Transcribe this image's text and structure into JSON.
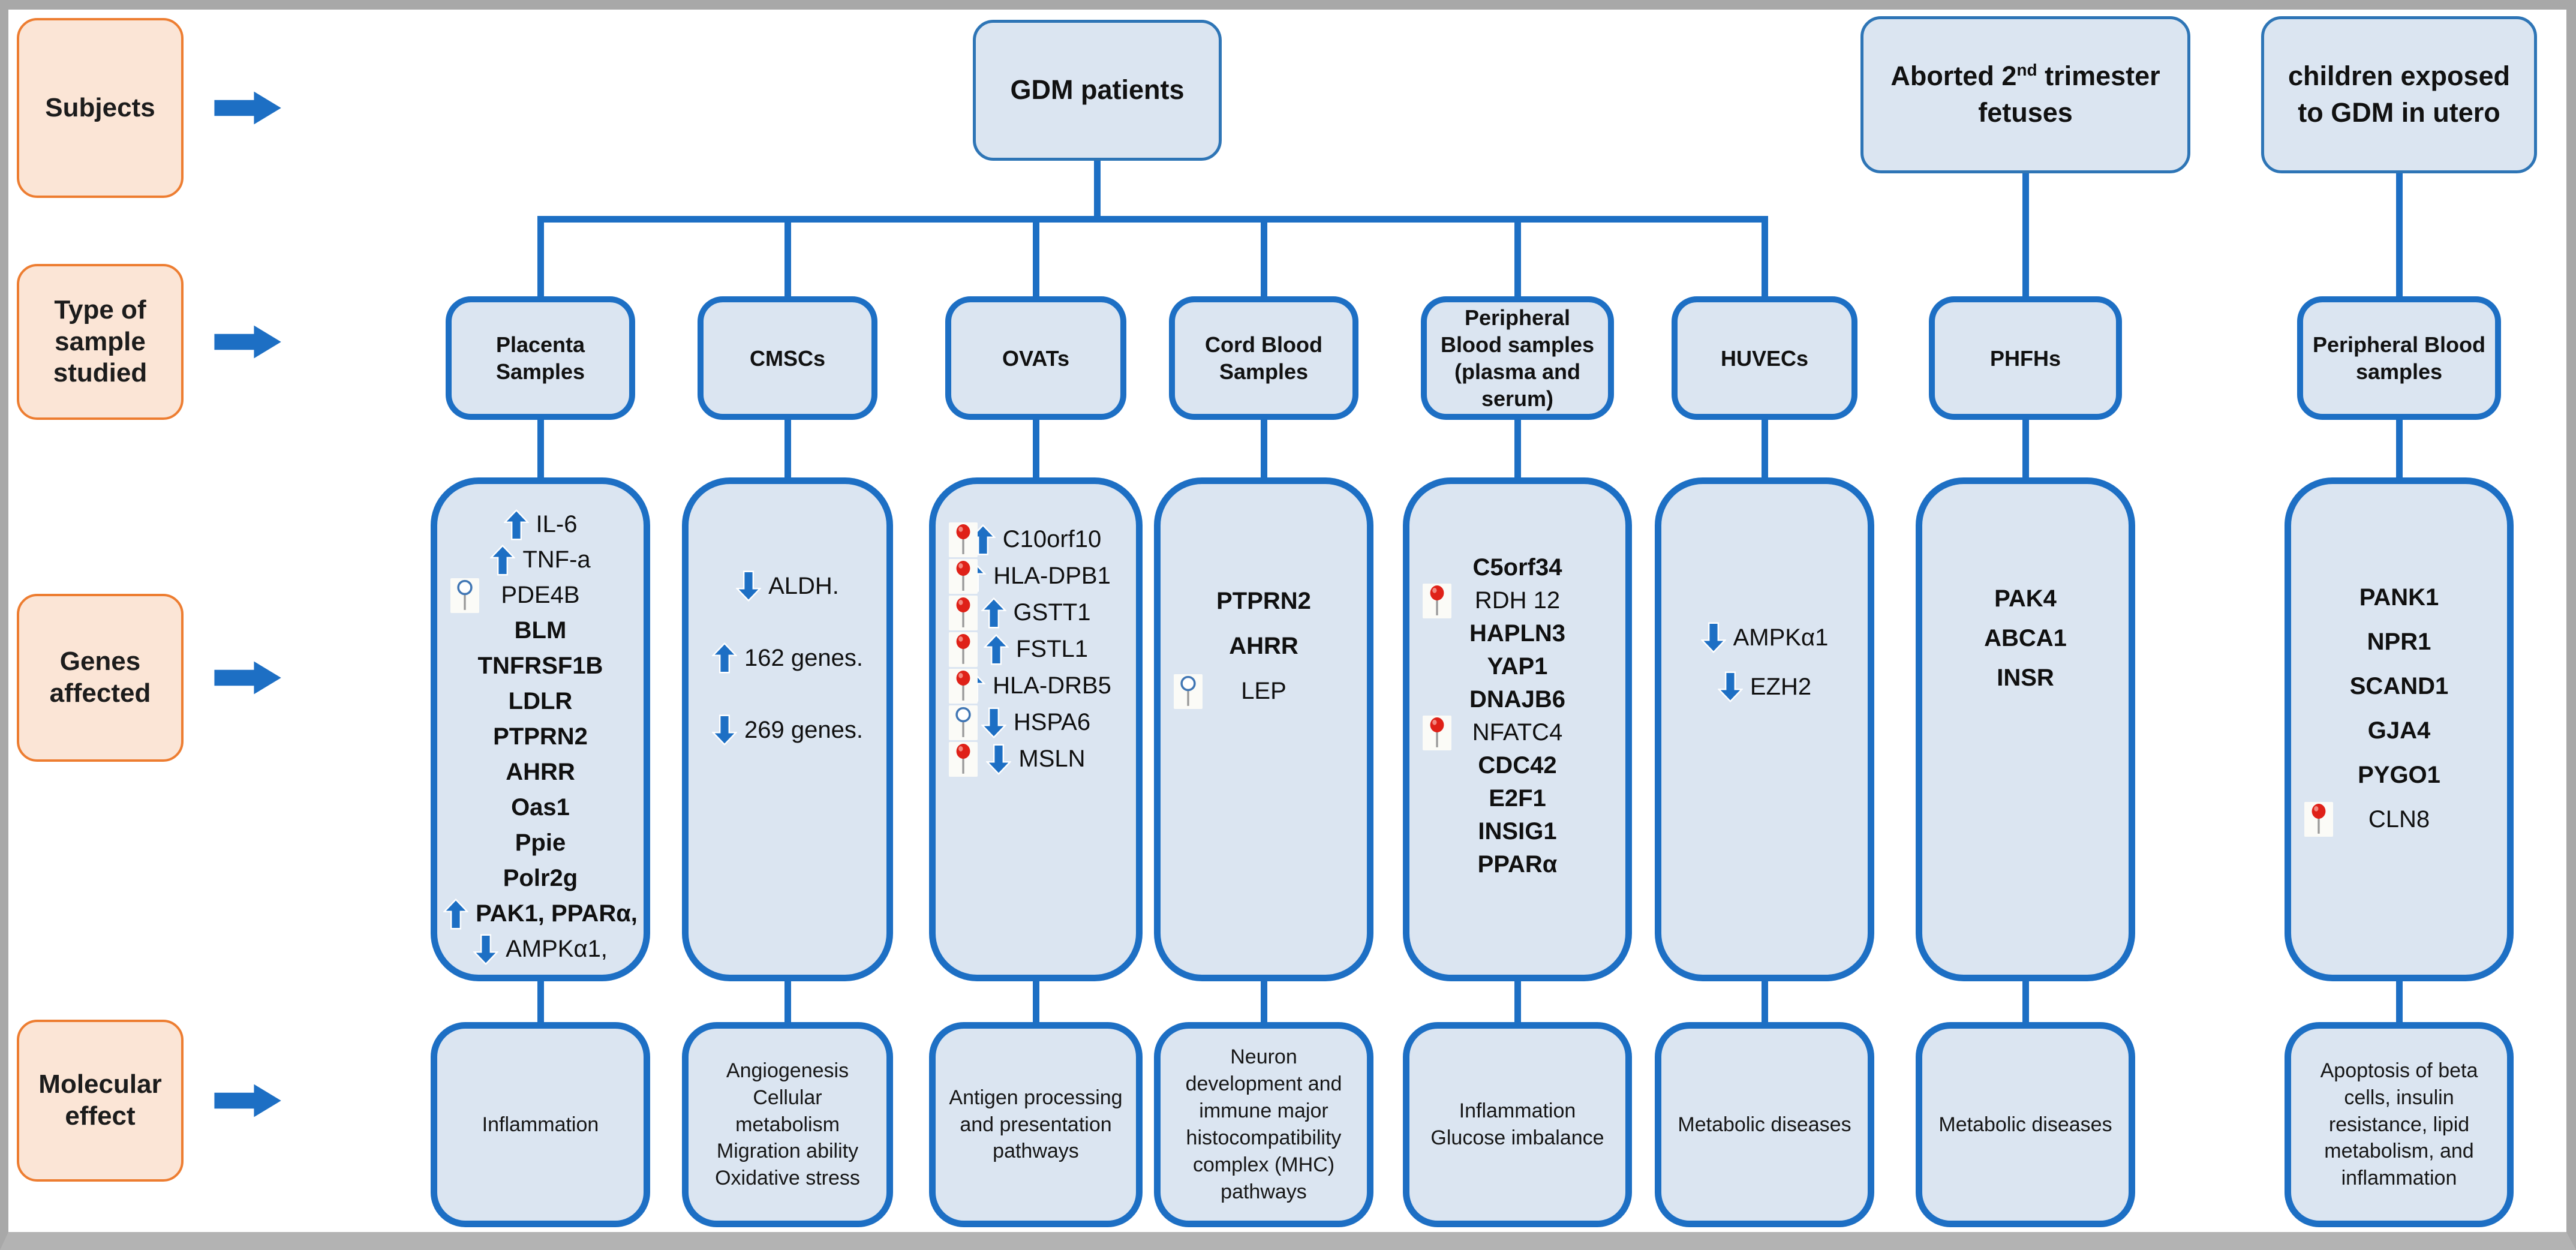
{
  "figure": {
    "title_hidden": "",
    "colors": {
      "accent_blue": "#1d6fc4",
      "subject_border": "#2e75b6",
      "box_fill": "#dbe5f1",
      "label_fill": "#fbe5d6",
      "label_border": "#ed7d31",
      "pin_red": "#df2118",
      "frame_gray": "#a8a8a8"
    },
    "row_labels": [
      {
        "label": "Subjects"
      },
      {
        "label": "Type of sample studied"
      },
      {
        "label": "Genes affected"
      },
      {
        "label": "Molecular effect"
      }
    ],
    "subjects": {
      "gdm": {
        "label": "GDM patients"
      },
      "fetuses": {
        "pre": "Aborted 2",
        "sup": "nd",
        "post": " trimester fetuses"
      },
      "children": {
        "label": "children exposed to GDM in utero"
      }
    },
    "columns": [
      {
        "id": "placenta",
        "sample": "Placenta Samples",
        "genes": [
          {
            "text": "IL-6",
            "arrow": "up-arrow"
          },
          {
            "text": "TNF-a",
            "arrow": "up-arrow"
          },
          {
            "text": "PDE4B",
            "pin": "white-pin"
          },
          {
            "text": "BLM",
            "bold": true
          },
          {
            "text": "TNFRSF1B",
            "bold": true
          },
          {
            "text": "LDLR",
            "bold": true
          },
          {
            "text": "PTPRN2",
            "bold": true
          },
          {
            "text": "AHRR",
            "bold": true
          },
          {
            "text": "Oas1",
            "bold": true
          },
          {
            "text": "Ppie",
            "bold": true
          },
          {
            "text": "Polr2g",
            "bold": true
          },
          {
            "text": "PAK1, PPARα,",
            "arrow": "up-arrow",
            "bold": true
          },
          {
            "text": "AMPKα1,",
            "arrow": "down-arrow"
          }
        ],
        "effect": "Inflammation"
      },
      {
        "id": "cmscs",
        "sample": "CMSCs",
        "genes": [
          {
            "text": "ALDH.",
            "arrow": "down-arrow"
          },
          {
            "text": "162 genes.",
            "arrow": "up-arrow"
          },
          {
            "text": "269 genes.",
            "arrow": "down-arrow"
          }
        ],
        "effect": "Angiogenesis Cellular metabolism Migration ability Oxidative stress"
      },
      {
        "id": "ovats",
        "sample": "OVATs",
        "genes": [
          {
            "text": "C10orf10",
            "pin": "red-pin",
            "arrow": "up-arrow"
          },
          {
            "text": "HLA-DPB1",
            "pin": "red-pin",
            "arrow": "up-arrow"
          },
          {
            "text": "GSTT1",
            "pin": "red-pin",
            "arrow": "up-arrow"
          },
          {
            "text": "FSTL1",
            "pin": "red-pin",
            "arrow": "up-arrow"
          },
          {
            "text": "HLA-DRB5",
            "pin": "red-pin",
            "arrow": "up-arrow"
          },
          {
            "text": "HSPA6",
            "pin": "white-pin",
            "arrow": "down-arrow"
          },
          {
            "text": "MSLN",
            "pin": "red-pin",
            "arrow": "down-arrow"
          }
        ],
        "effect": "Antigen processing and presentation pathways"
      },
      {
        "id": "cord-blood",
        "sample": "Cord Blood Samples",
        "genes": [
          {
            "text": "PTPRN2",
            "bold": true
          },
          {
            "text": "AHRR",
            "bold": true
          },
          {
            "text": "LEP",
            "pin": "white-pin"
          }
        ],
        "effect": "Neuron development and immune major histocompatibility complex (MHC) pathways"
      },
      {
        "id": "peripheral-blood",
        "sample": "Peripheral Blood samples (plasma and serum)",
        "genes": [
          {
            "text": "C5orf34",
            "bold": true
          },
          {
            "text": "RDH 12",
            "pin": "red-pin"
          },
          {
            "text": "HAPLN3",
            "bold": true
          },
          {
            "text": "YAP1",
            "bold": true
          },
          {
            "text": "DNAJB6",
            "bold": true
          },
          {
            "text": "NFATC4",
            "pin": "red-pin"
          },
          {
            "text": "CDC42",
            "bold": true
          },
          {
            "text": "E2F1",
            "bold": true
          },
          {
            "text": "INSIG1",
            "bold": true
          },
          {
            "text": "PPARα",
            "bold": true
          }
        ],
        "effect": "Inflammation Glucose imbalance"
      },
      {
        "id": "huvecs",
        "sample": "HUVECs",
        "genes": [
          {
            "text": "AMPKα1",
            "arrow": "down-arrow"
          },
          {
            "text": "EZH2",
            "arrow": "down-arrow"
          }
        ],
        "effect": "Metabolic diseases"
      },
      {
        "id": "phfhs",
        "sample": "PHFHs",
        "genes": [
          {
            "text": "PAK4",
            "bold": true
          },
          {
            "text": "ABCA1",
            "bold": true
          },
          {
            "text": "INSR",
            "bold": true
          }
        ],
        "effect": "Metabolic diseases"
      },
      {
        "id": "children-peripheral-blood",
        "sample": "Peripheral Blood samples",
        "genes": [
          {
            "text": "PANK1",
            "bold": true
          },
          {
            "text": "NPR1",
            "bold": true
          },
          {
            "text": "SCAND1",
            "bold": true
          },
          {
            "text": "GJA4",
            "bold": true
          },
          {
            "text": "PYGO1",
            "bold": true
          },
          {
            "text": "CLN8",
            "pin": "red-pin"
          }
        ],
        "effect": "Apoptosis of beta cells, insulin resistance, lipid metabolism, and inflammation"
      }
    ]
  }
}
